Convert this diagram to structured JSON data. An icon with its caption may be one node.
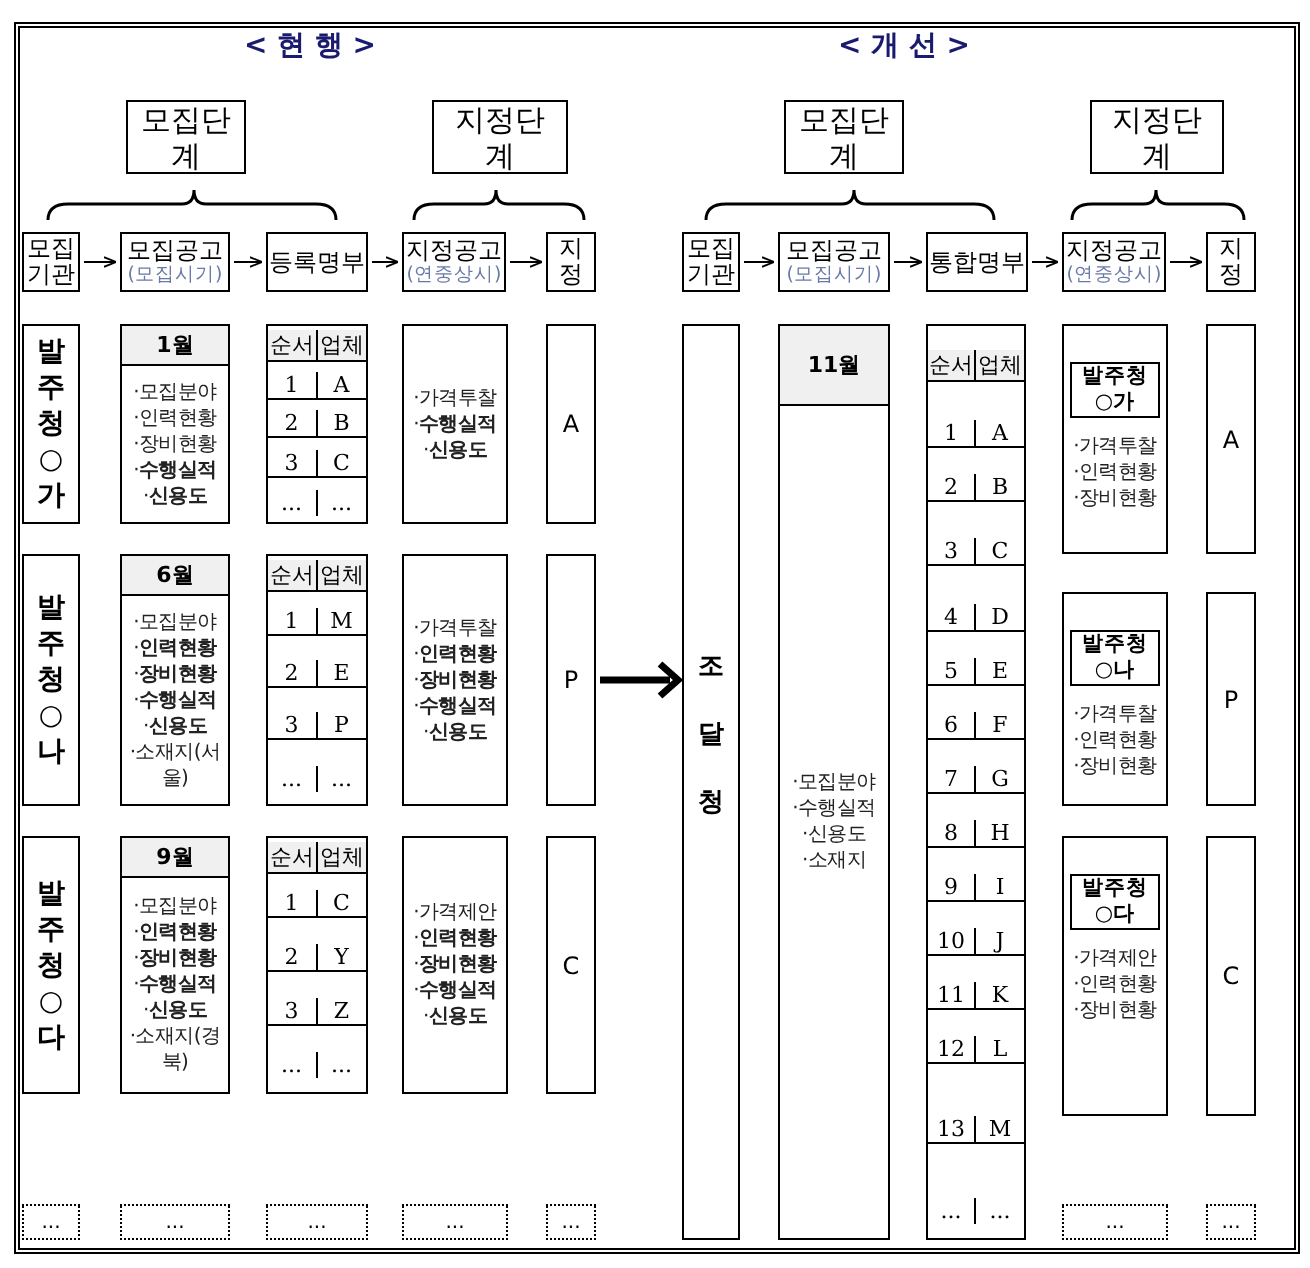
{
  "diagram": {
    "nodes": [
      {
        "text": [
          "모집단계"
        ]
      },
      {
        "text": [
          "지정단계"
        ]
      },
      {
        "text": [
          "모집기관"
        ]
      },
      {
        "text": [
          "모집공고",
          "(모집시기)"
        ]
      },
      {
        "text": [
          "등록명부"
        ]
      },
      {
        "text": [
          "지정공고",
          "(연중상시)"
        ]
      },
      {
        "text": [
          "지정"
        ]
      },
      {
        "text": [
          "발주청 ○가"
        ]
      },
      {
        "text": [
          "1월",
          "·모집분야",
          "·인력현황",
          "·장비현황",
          "·**수행실적**",
          "·**신용도**"
        ]
      },
      {
        "text": [
          "순서",
          "업체",
          "1",
          "A",
          "2",
          "B",
          "3",
          "C",
          "...",
          "..."
        ]
      },
      {
        "text": [
          "·가격투찰",
          "·**수행실적**",
          "·**신용도**"
        ]
      },
      {
        "text": [
          "A"
        ]
      },
      {
        "text": [
          "발주청 ○나"
        ]
      },
      {
        "text": [
          "6월",
          "·모집분야",
          "·**인력현황**",
          "·**장비현황**",
          "·**수행실적**",
          "·**신용도**",
          "·소재지(서울)"
        ]
      },
      {
        "text": [
          "순서",
          "업체",
          "1",
          "M",
          "2",
          "E",
          "3",
          "P",
          "...",
          "..."
        ]
      },
      {
        "text": [
          "·가격투찰",
          "·**인력현황**",
          "·**장비현황**",
          "·**수행실적**",
          "·**신용도**"
        ]
      },
      {
        "text": [
          "P"
        ]
      },
      {
        "text": [
          "발주청 ○다"
        ]
      },
      {
        "text": [
          "9월",
          "·모집분야",
          "·**인력현황**",
          "·**장비현황**",
          "·**수행실적**",
          "·**신용도**",
          "·소재지(경북)"
        ]
      },
      {
        "text": [
          "순서",
          "업체",
          "1",
          "C",
          "2",
          "Y",
          "3",
          "Z",
          "...",
          "..."
        ]
      },
      {
        "text": [
          "·가격제안",
          "·**인력현황**",
          "·**장비현황**",
          "·**수행실적**",
          "·**신용도**"
        ]
      },
      {
        "text": [
          "C"
        ]
      },
      {
        "text": [
          "..."
        ]
      },
      {
        "text": [
          "..."
        ]
      },
      {
        "text": [
          "..."
        ]
      },
      {
        "text": [
          "..."
        ]
      },
      {
        "text": [
          "..."
        ]
      },
      {
        "text": [
          "모집단계"
        ]
      },
      {
        "text": [
          "지정단계"
        ]
      },
      {
        "text": [
          "모집기관"
        ]
      },
      {
        "text": [
          "모집공고",
          "(모집시기)"
        ]
      },
      {
        "text": [
          "통합명부"
        ]
      },
      {
        "text": [
          "지정공고",
          "(연중상시)"
        ]
      },
      {
        "text": [
          "지정"
        ]
      },
      {
        "text": [
          "조달청"
        ]
      },
      {
        "text": [
          "11월",
          "·모집분야",
          "·수행실적",
          "·신용도",
          "·소재지"
        ]
      },
      {
        "text": [
          "순서",
          "업체",
          "1",
          "A",
          "2",
          "B",
          "3",
          "C",
          "4",
          "D",
          "5",
          "E",
          "6",
          "F",
          "7",
          "G",
          "8",
          "H",
          "9",
          "I",
          "10",
          "J",
          "11",
          "K",
          "12",
          "L",
          "13",
          "M",
          "...",
          "..."
        ]
      },
      {
        "text": [
          "·가격투찰",
          "·인력현황",
          "·장비현황"
        ]
      },
      {
        "text": [
          "발주청 ○가"
        ],
        "in": 37
      },
      {
        "text": [
          "A"
        ]
      },
      {
        "text": [
          "·가격투찰",
          "·인력현황",
          "·장비현황"
        ]
      },
      {
        "text": [
          "발주청 ○나"
        ],
        "in": 40
      },
      {
        "text": [
          "P"
        ]
      },
      {
        "text": [
          "·가격제안",
          "·인력현황",
          "·장비현황"
        ]
      },
      {
        "text": [
          "발주청 ○다"
        ],
        "in": 43
      },
      {
        "text": [
          "C"
        ]
      },
      {
        "text": [
          "..."
        ]
      },
      {
        "text": [
          "..."
        ]
      }
    ],
    "edges": [
      {
        "from": 2,
        "to": 3,
        "arrow": "to"
      },
      {
        "from": 3,
        "to": 4,
        "arrow": "to"
      },
      {
        "from": 4,
        "to": 5,
        "arrow": "to"
      },
      {
        "from": 5,
        "to": 6,
        "arrow": "to"
      },
      {
        "from": 29,
        "to": 30,
        "arrow": "to"
      },
      {
        "from": 30,
        "to": 31,
        "arrow": "to"
      },
      {
        "from": 31,
        "to": 32,
        "arrow": "to"
      },
      {
        "from": 32,
        "to": 33,
        "arrow": "to"
      },
      {
        "from": 16,
        "to": 34,
        "arrow": "to",
        "style": "thick"
      }
    ],
    "labels": [
      "< 현 행 >",
      "< 개 선 >"
    ]
  }
}
